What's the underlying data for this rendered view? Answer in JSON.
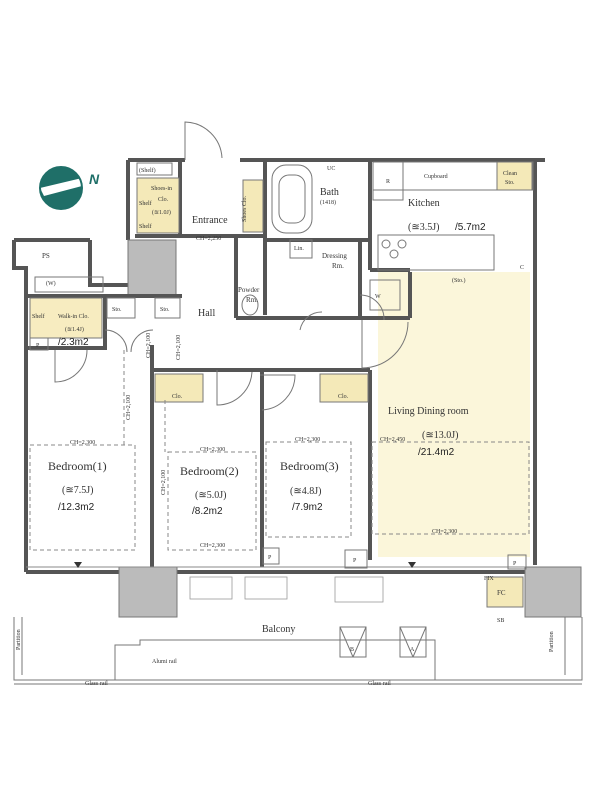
{
  "compass": {
    "label": "N",
    "color": "#1f6f68"
  },
  "rooms": {
    "ps": "PS",
    "shelf_top": "(Shelf)",
    "shoes_in_clo": [
      "Shoes-in",
      "Clo."
    ],
    "shoes_in_clo_area": "(≊1.0J)",
    "shelf_side": "Shelf",
    "shelf_small": "Shelf",
    "entrance": "Entrance",
    "shoes_clo": "Shoes Clo.",
    "ch_entrance": "CH=2,250",
    "bath": "Bath",
    "bath_size": "(1418)",
    "uc": "UC",
    "kitchen": "Kitchen",
    "kitchen_area_j": "(≊3.5J)",
    "kitchen_area_m2": "/5.7m2",
    "cupboard": "Cupboard",
    "clean_sto": [
      "Clean",
      "Sto."
    ],
    "r": "R",
    "lin": "Lin.",
    "dressing": [
      "Dressing",
      "Rm."
    ],
    "powder": [
      "Powder",
      "Rm."
    ],
    "w": "W",
    "sto_kitchen": "(Sto.)",
    "hall": "Hall",
    "walkin_w": "(W)",
    "walkin_shelf": "Shelf",
    "walkin": "Walk-in Clo.",
    "walkin_area_j": "(≊1.4J)",
    "walkin_area_m2": "/2.3m2",
    "p": "P",
    "sto_1": "Sto.",
    "sto_2": "Sto.",
    "ch_hall_1": "CH=2,100",
    "ch_hall_2": "CH=2,100",
    "clo_2": "Clo.",
    "clo_3": "Clo.",
    "living": "Living Dining room",
    "living_area_j": "(≊13.0J)",
    "living_area_m2": "/21.4m2",
    "ch_living_top": "CH=2,450",
    "ch_living_bottom": "CH=2,300",
    "c": "C",
    "bedroom1": "Bedroom(1)",
    "bedroom1_area_j": "(≊7.5J)",
    "bedroom1_area_m2": "/12.3m2",
    "ch_bed1": "CH=2,300",
    "ch_bed1_side": "CH=2,100",
    "bedroom2": "Bedroom(2)",
    "bedroom2_area_j": "(≊5.0J)",
    "bedroom2_area_m2": "/8.2m2",
    "ch_bed2": "CH=2,300",
    "ch_bed2_side": "CH=2,100",
    "ch_bed2_bottom": "CH=2,300",
    "bedroom3": "Bedroom(3)",
    "bedroom3_area_j": "(≊4.8J)",
    "bedroom3_area_m2": "/7.9m2",
    "ch_bed3": "CH=2,300",
    "p2": "P",
    "p3": "P",
    "p4": "P",
    "fix": "FIX",
    "fc": "FC",
    "sb": "SB",
    "balcony": "Balcony",
    "partition_left": "Partition",
    "partition_right": "Partition",
    "alumi_rail": "Alumi rail",
    "glass_rail_left": "Glass rail",
    "glass_rail_right": "Glass rail",
    "a": "A",
    "b": "B"
  }
}
